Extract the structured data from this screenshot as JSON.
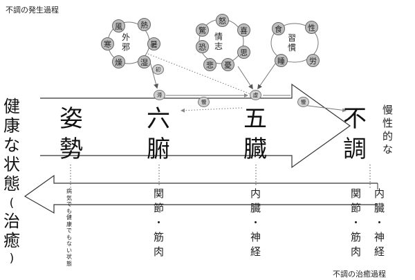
{
  "corner_top_left": "不調の発生過程",
  "corner_bottom_right": "不調の治癒過程",
  "left_column": {
    "main": [
      "健",
      "康",
      "な",
      "状",
      "態"
    ],
    "sub": [
      "(",
      "治",
      "癒",
      ")"
    ]
  },
  "columns": [
    {
      "id": "posture",
      "title": [
        "姿",
        "勢"
      ],
      "detail_small": [
        "病",
        "気",
        "で",
        "も",
        "健",
        "康",
        "で",
        "も",
        "な",
        "い",
        "状",
        "態"
      ]
    },
    {
      "id": "organs6",
      "title": [
        "六",
        "腑"
      ],
      "detail": [
        "関",
        "節",
        "・",
        "筋",
        "肉"
      ]
    },
    {
      "id": "organs5",
      "title": [
        "五",
        "臓"
      ],
      "detail": [
        "内",
        "臓",
        "・",
        "神",
        "経"
      ]
    },
    {
      "id": "disorder",
      "title": [
        "不",
        "調"
      ],
      "detail": [
        "関",
        "節",
        "・",
        "筋",
        "肉"
      ],
      "detail2": [
        "内",
        "臓",
        "・",
        "神",
        "経"
      ],
      "side": [
        "慢",
        "性",
        "的",
        "な"
      ]
    }
  ],
  "clusters": [
    {
      "id": "external",
      "center": [
        "外",
        "邪"
      ],
      "items": [
        "風",
        "熱",
        "暑",
        "湿",
        "燥",
        "寒"
      ]
    },
    {
      "id": "emotion",
      "center": [
        "情",
        "志"
      ],
      "items": [
        "怒",
        "喜",
        "思",
        "憂",
        "悲",
        "恐",
        "驚"
      ]
    },
    {
      "id": "habit",
      "center": [
        "習",
        "慣"
      ],
      "items": [
        "性",
        "労",
        "睡",
        "食"
      ]
    }
  ],
  "tags": {
    "stagnation": "滞",
    "deficiency": "虚",
    "chronic1": "慢",
    "chronic2": "慢",
    "initial": "初"
  }
}
